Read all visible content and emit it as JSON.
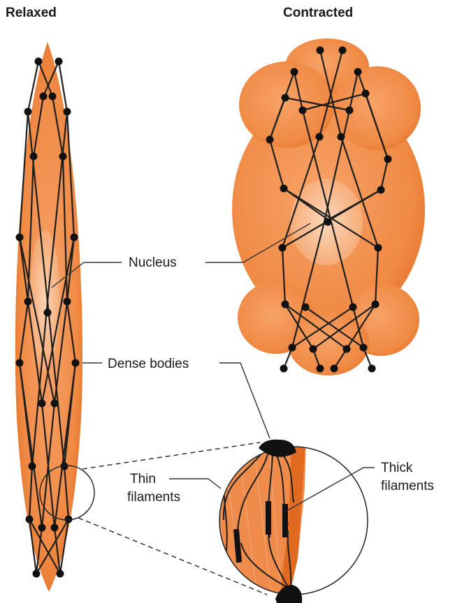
{
  "titles": {
    "relaxed": "Relaxed",
    "contracted": "Contracted"
  },
  "labels": {
    "nucleus": "Nucleus",
    "dense_bodies": "Dense bodies",
    "thin_filaments": [
      "Thin",
      "filaments"
    ],
    "thick_filaments": [
      "Thick",
      "filaments"
    ]
  },
  "colors": {
    "cell_body": "#f08a45",
    "cell_dark": "#e57428",
    "cell_highlight": "#f7b183",
    "nucleus": "#f9c6a0",
    "filament": "#1e1e1e",
    "dense_body": "#111111"
  }
}
